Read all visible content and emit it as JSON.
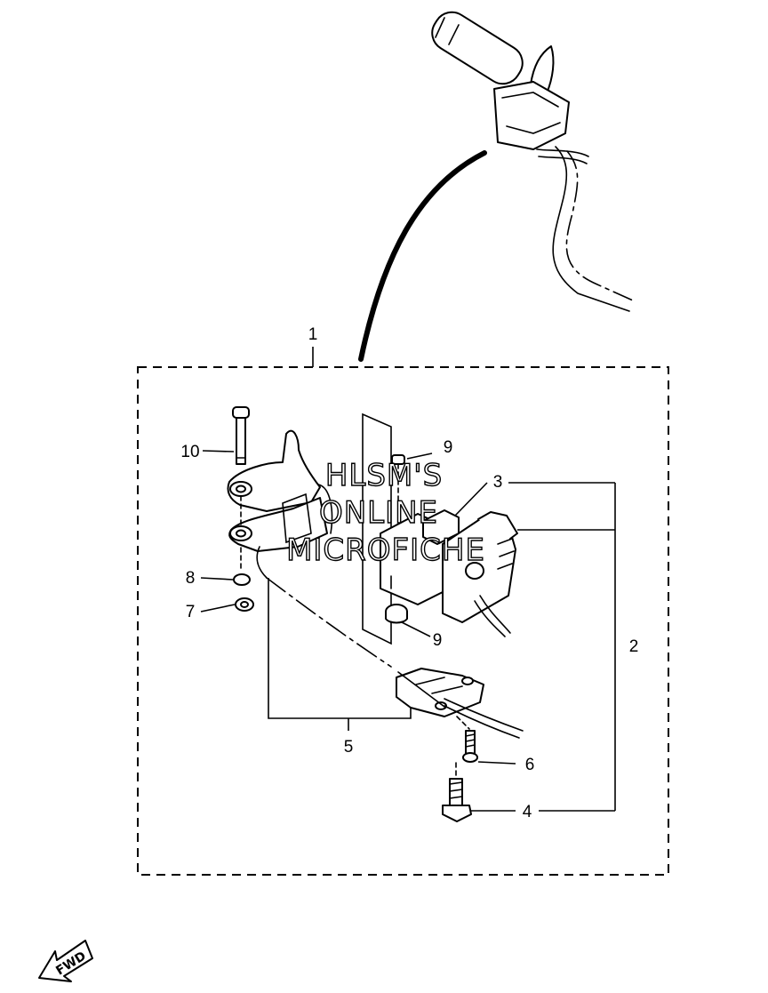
{
  "callouts": [
    {
      "id": "1",
      "text": "1"
    },
    {
      "id": "2",
      "text": "2"
    },
    {
      "id": "3",
      "text": "3"
    },
    {
      "id": "4",
      "text": "4"
    },
    {
      "id": "5",
      "text": "5"
    },
    {
      "id": "6",
      "text": "6"
    },
    {
      "id": "7",
      "text": "7"
    },
    {
      "id": "8",
      "text": "8"
    },
    {
      "id": "9a",
      "text": "9"
    },
    {
      "id": "9b",
      "text": "9"
    },
    {
      "id": "10",
      "text": "10"
    }
  ],
  "watermark": [
    "HLSM'S",
    "ONLINE",
    "MICROFICHE"
  ],
  "fwd_label": "FWD"
}
